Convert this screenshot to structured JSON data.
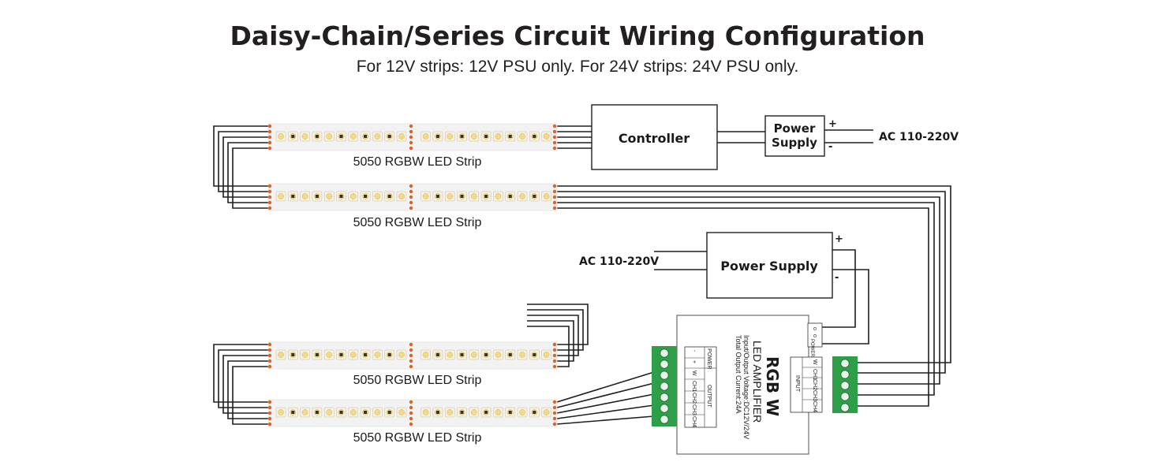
{
  "title": "Daisy-Chain/Series Circuit Wiring Configuration",
  "subtitle": "For 12V strips: 12V PSU only.   For 24V strips: 24V PSU only.",
  "strips": [
    {
      "label": "5050 RGBW LED Strip"
    },
    {
      "label": "5050 RGBW LED Strip"
    },
    {
      "label": "5050 RGBW LED Strip"
    },
    {
      "label": "5050 RGBW LED Strip"
    }
  ],
  "controller": {
    "label": "Controller"
  },
  "power_supply_top": {
    "label_line1": "Power",
    "label_line2": "Supply",
    "plus": "+",
    "minus": "-",
    "ac": "AC 110-220V"
  },
  "power_supply_mid": {
    "label": "Power Supply",
    "plus": "+",
    "minus": "-",
    "ac": "AC 110-220V"
  },
  "amplifier": {
    "title": "RGB W",
    "subtitle": "LED AMPLIFIER",
    "spec1": "Input/Output Voltage:DC12V/24V",
    "spec2": "Total Output Current:24A",
    "power_label": "POWER",
    "output_label": "OUTPUT",
    "input_label": "INPUT",
    "out_pins": [
      "-",
      "+",
      "W",
      "CH1",
      "CH2",
      "CH3",
      "CH4"
    ],
    "in_pins": [
      "W",
      "CH1",
      "CH2",
      "CH3",
      "CH4"
    ]
  },
  "colors": {
    "wire": "#1e1e1e",
    "terminal_green": "#2e9e48",
    "strip_base": "#f2f2f2",
    "pad_orange": "#d8642a"
  }
}
